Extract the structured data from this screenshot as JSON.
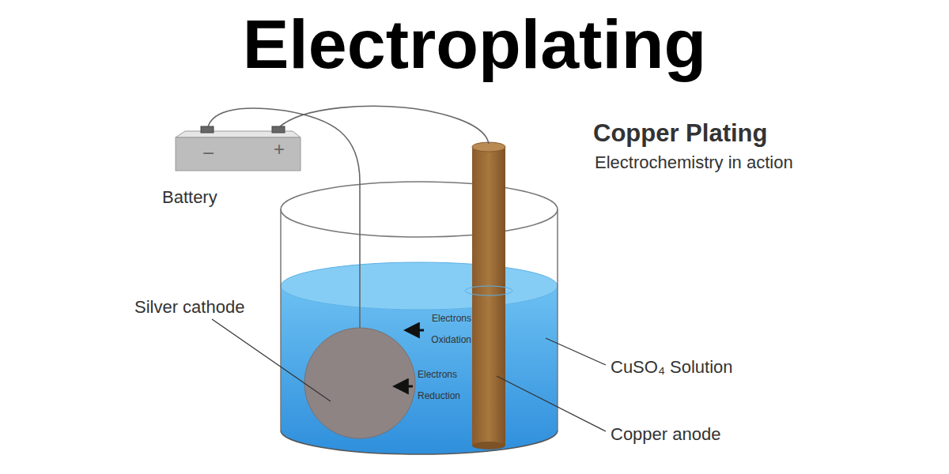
{
  "diagram": {
    "title": "Electroplating",
    "nodes": [
      {
        "text": [
          "−",
          "+"
        ]
      }
    ],
    "labels": [
      "Copper Plating",
      "Electrochemistry in action",
      "Battery",
      "Silver cathode",
      "Electrons",
      "Oxidation",
      "Electrons",
      "Reduction",
      "CuSO₄ Solution",
      "Copper anode"
    ]
  }
}
